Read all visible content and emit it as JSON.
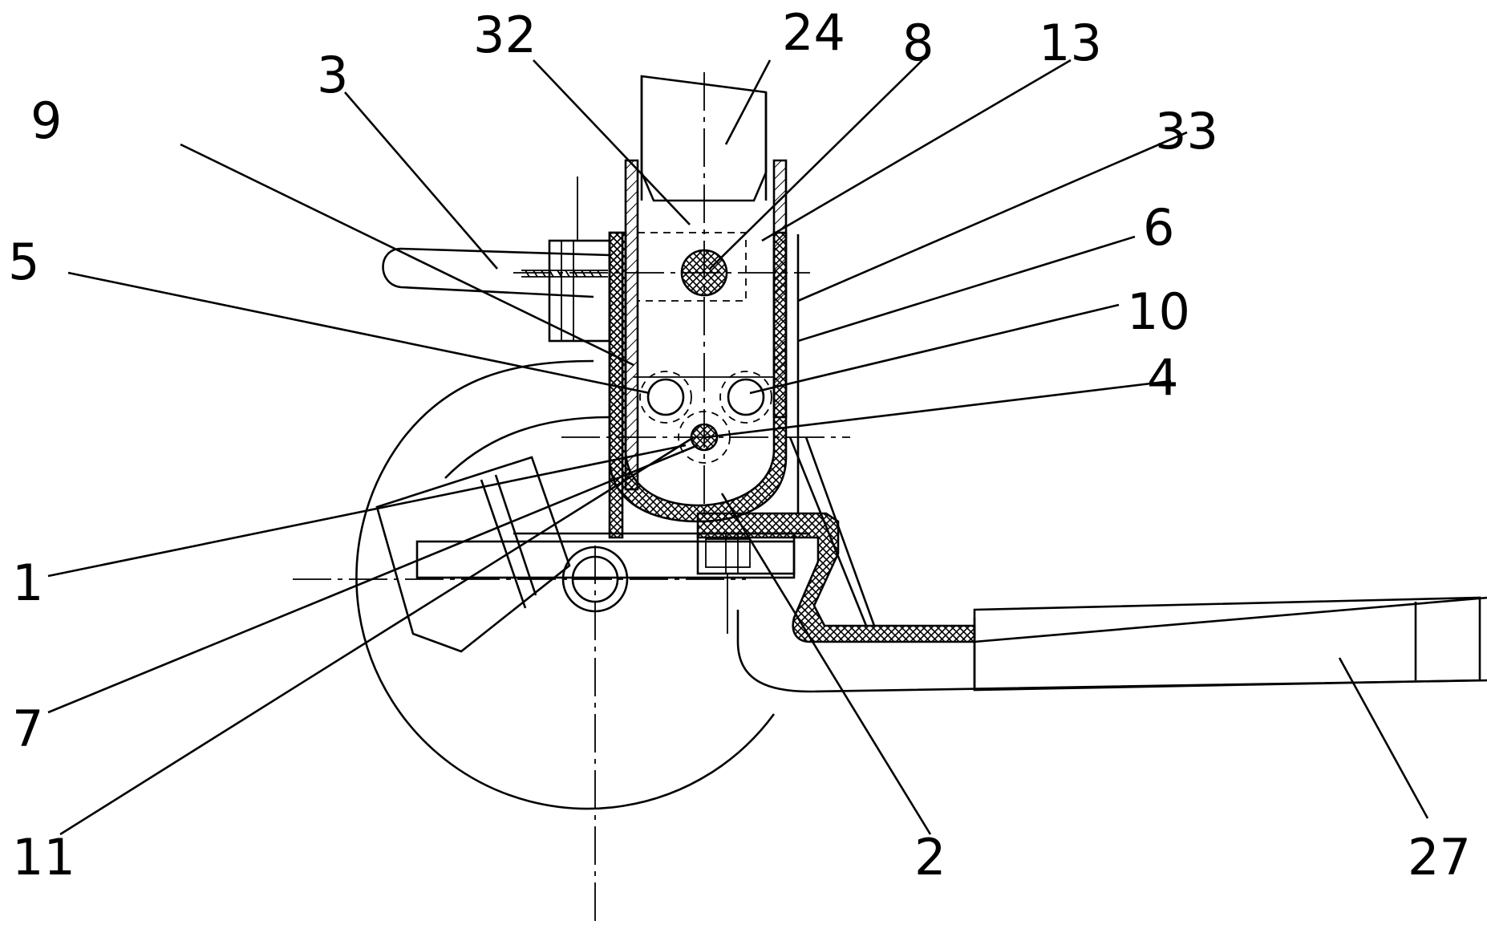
{
  "figure": {
    "callouts": [
      {
        "id": "label-32",
        "text": "32"
      },
      {
        "id": "label-24",
        "text": "24"
      },
      {
        "id": "label-8",
        "text": "8"
      },
      {
        "id": "label-13",
        "text": "13"
      },
      {
        "id": "label-3",
        "text": "3"
      },
      {
        "id": "label-33",
        "text": "33"
      },
      {
        "id": "label-9",
        "text": "9"
      },
      {
        "id": "label-6",
        "text": "6"
      },
      {
        "id": "label-5",
        "text": "5"
      },
      {
        "id": "label-10",
        "text": "10"
      },
      {
        "id": "label-4",
        "text": "4"
      },
      {
        "id": "label-1",
        "text": "1"
      },
      {
        "id": "label-7",
        "text": "7"
      },
      {
        "id": "label-11",
        "text": "11"
      },
      {
        "id": "label-2",
        "text": "2"
      },
      {
        "id": "label-27",
        "text": "27"
      }
    ]
  }
}
